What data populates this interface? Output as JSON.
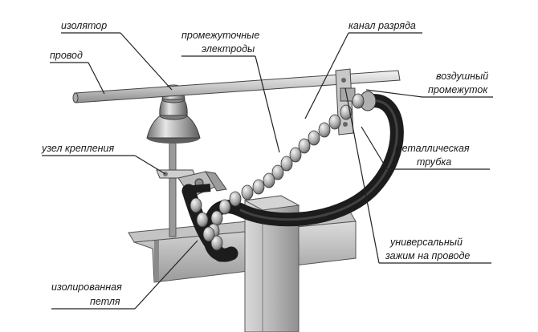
{
  "diagram": {
    "labels": {
      "insulator": "изолятор",
      "wire": "провод",
      "intermediate_electrodes_line1": "промежуточные",
      "intermediate_electrodes_line2": "электроды",
      "discharge_channel": "канал разряда",
      "air_gap_line1": "воздушный",
      "air_gap_line2": "промежуток",
      "mount_node": "узел крепления",
      "metal_tube_line1": "металлическая",
      "metal_tube_line2": "трубка",
      "universal_clamp_line1": "универсальный",
      "universal_clamp_line2": "зажим на проводе",
      "insulated_loop_line1": "изолированная",
      "insulated_loop_line2": "петля"
    }
  }
}
